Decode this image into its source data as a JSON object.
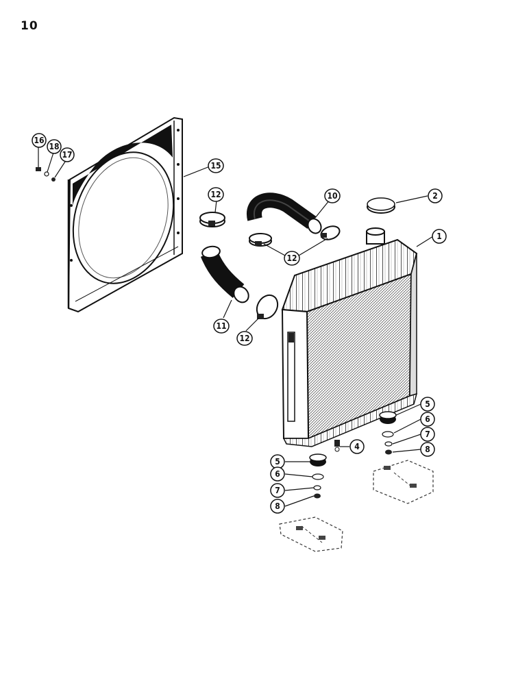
{
  "page": {
    "number": "10"
  },
  "callouts": [
    {
      "id": "c1",
      "label": "1"
    },
    {
      "id": "c2",
      "label": "2"
    },
    {
      "id": "c4",
      "label": "4"
    },
    {
      "id": "c5a",
      "label": "5"
    },
    {
      "id": "c5b",
      "label": "5"
    },
    {
      "id": "c6a",
      "label": "6"
    },
    {
      "id": "c6b",
      "label": "6"
    },
    {
      "id": "c7a",
      "label": "7"
    },
    {
      "id": "c7b",
      "label": "7"
    },
    {
      "id": "c8a",
      "label": "8"
    },
    {
      "id": "c8b",
      "label": "8"
    },
    {
      "id": "c10",
      "label": "10"
    },
    {
      "id": "c11",
      "label": "11"
    },
    {
      "id": "c12a",
      "label": "12"
    },
    {
      "id": "c12b",
      "label": "12"
    },
    {
      "id": "c12c",
      "label": "12"
    },
    {
      "id": "c15",
      "label": "15"
    },
    {
      "id": "c16",
      "label": "16"
    },
    {
      "id": "c17",
      "label": "17"
    },
    {
      "id": "c18",
      "label": "18"
    }
  ]
}
